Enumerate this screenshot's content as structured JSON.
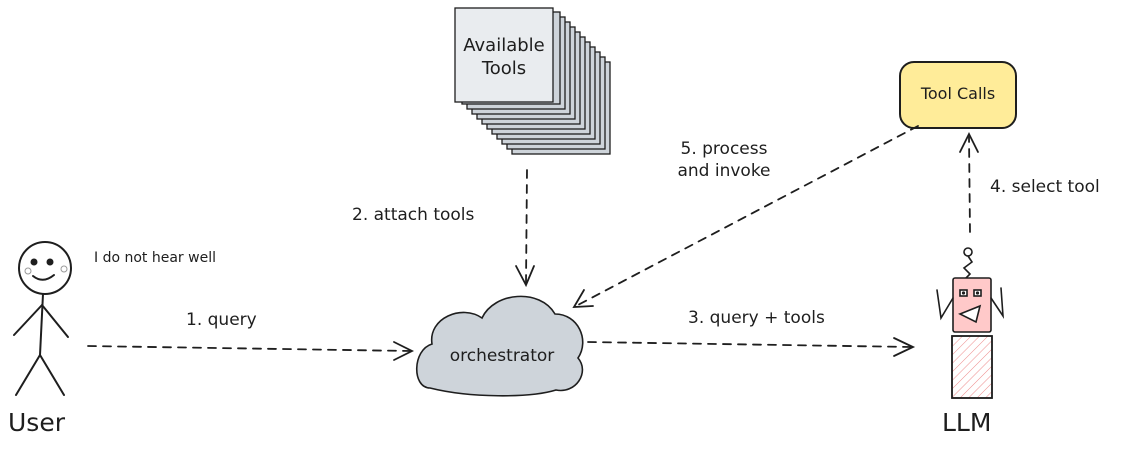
{
  "nodes": {
    "available_tools": {
      "line1": "Available",
      "line2": "Tools"
    },
    "tool_calls": {
      "label": "Tool Calls"
    },
    "orchestrator": {
      "label": "orchestrator"
    },
    "user": {
      "label": "User",
      "speech": "I do not hear well"
    },
    "llm": {
      "label": "LLM"
    }
  },
  "edges": {
    "query": "1. query",
    "attach_tools": "2. attach tools",
    "query_tools": "3. query + tools",
    "select_tool": "4. select tool",
    "process_invoke": {
      "line1": "5. process",
      "line2": "and invoke"
    }
  },
  "colors": {
    "stroke": "#1e1e1e",
    "tool_calls_fill": "#ffec99",
    "cloud_fill": "#ced4da",
    "paper_fill": "#e9ecef",
    "paper_stack_fill": "#ced4da",
    "paper_stack_dark": "#868e96",
    "robot_face_fill": "#ffc9c9",
    "robot_body_hatch": "#e03131"
  }
}
